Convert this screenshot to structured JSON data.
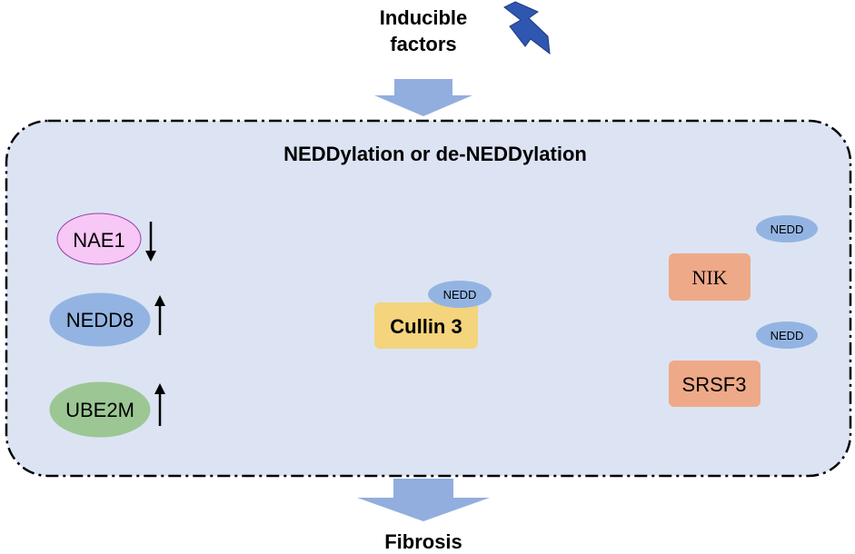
{
  "input": {
    "title_line1": "Inducible",
    "title_line2": "factors",
    "icon": "lightning-bolt-icon",
    "icon_color": "#2f57b0"
  },
  "process": {
    "title": "NEDDylation or de-NEDDylation",
    "background_color": "#dce4f3"
  },
  "enzymes": [
    {
      "label": "NAE1",
      "trend": "down",
      "trend_icon": "arrow-down-icon",
      "color": "#f7c7f5",
      "border": "#9a3ea6"
    },
    {
      "label": "NEDD8",
      "trend": "up",
      "trend_icon": "arrow-up-icon",
      "color": "#93b4e2",
      "border": "#93b4e2"
    },
    {
      "label": "UBE2M",
      "trend": "up",
      "trend_icon": "arrow-up-icon",
      "color": "#9cc795",
      "border": "#9cc795"
    }
  ],
  "substrates": [
    {
      "label": "Cullin 3",
      "tag": "NEDD",
      "color": "#f4d47c"
    },
    {
      "label": "NIK",
      "tag": "NEDD",
      "color": "#eea988"
    },
    {
      "label": "SRSF3",
      "tag": "NEDD",
      "color": "#eea988"
    }
  ],
  "tag_color": "#93b4e2",
  "flow_arrow_color": "#92aede",
  "output": {
    "label": "Fibrosis"
  }
}
